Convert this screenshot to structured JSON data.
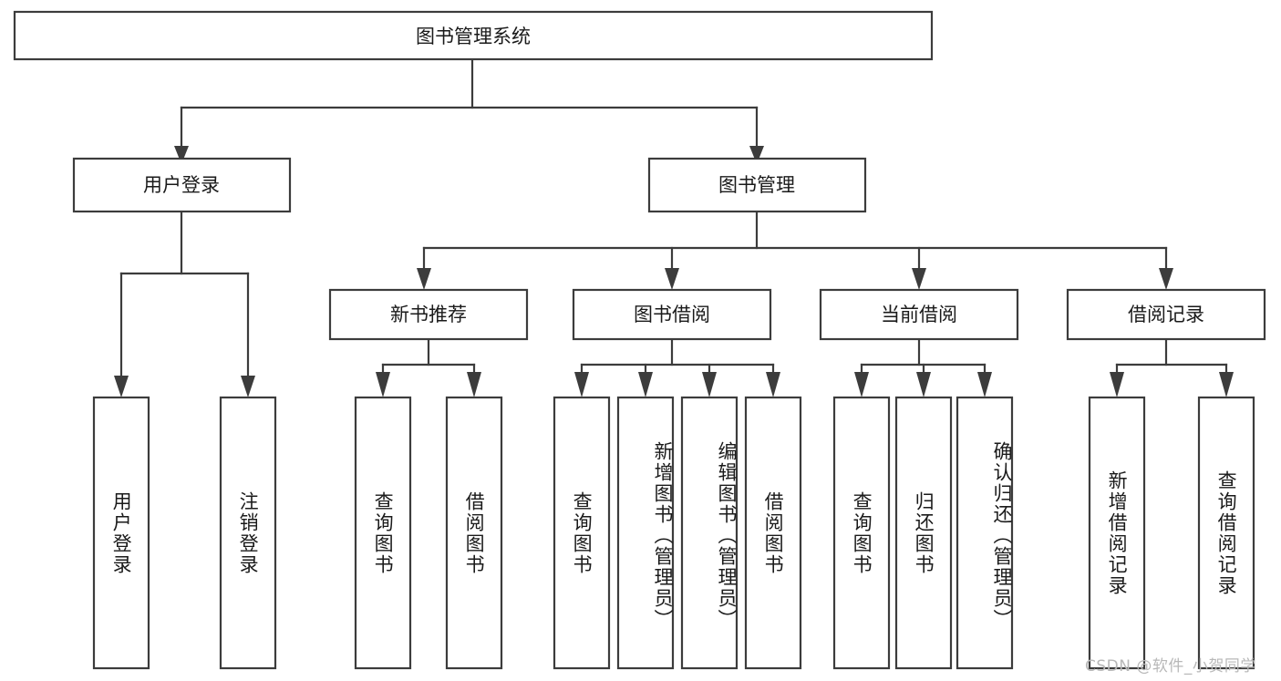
{
  "diagram": {
    "type": "tree-hierarchy",
    "title": "图书管理系统",
    "watermark": "CSDN @软件_小贺同学",
    "colors": {
      "background": "#ffffff",
      "stroke": "#3c3c3c",
      "text": "#1a1a1a",
      "watermark": "#b8b8b8"
    },
    "root": {
      "label": "图书管理系统"
    },
    "level1": [
      {
        "label": "用户登录"
      },
      {
        "label": "图书管理"
      }
    ],
    "level2": [
      {
        "label": "新书推荐"
      },
      {
        "label": "图书借阅"
      },
      {
        "label": "当前借阅"
      },
      {
        "label": "借阅记录"
      }
    ],
    "leaves": {
      "user_login": [
        {
          "label": "用户登录"
        },
        {
          "label": "注销登录"
        }
      ],
      "new_book_recommend": [
        {
          "label": "查询图书"
        },
        {
          "label": "借阅图书"
        }
      ],
      "book_borrow": [
        {
          "label": "查询图书"
        },
        {
          "label": "新增图书（管理员）"
        },
        {
          "label": "编辑图书（管理员）"
        },
        {
          "label": "借阅图书"
        }
      ],
      "current_borrow": [
        {
          "label": "查询图书"
        },
        {
          "label": "归还图书"
        },
        {
          "label": "确认归还（管理员）"
        }
      ],
      "borrow_record": [
        {
          "label": "新增借阅记录"
        },
        {
          "label": "查询借阅记录"
        }
      ]
    }
  }
}
